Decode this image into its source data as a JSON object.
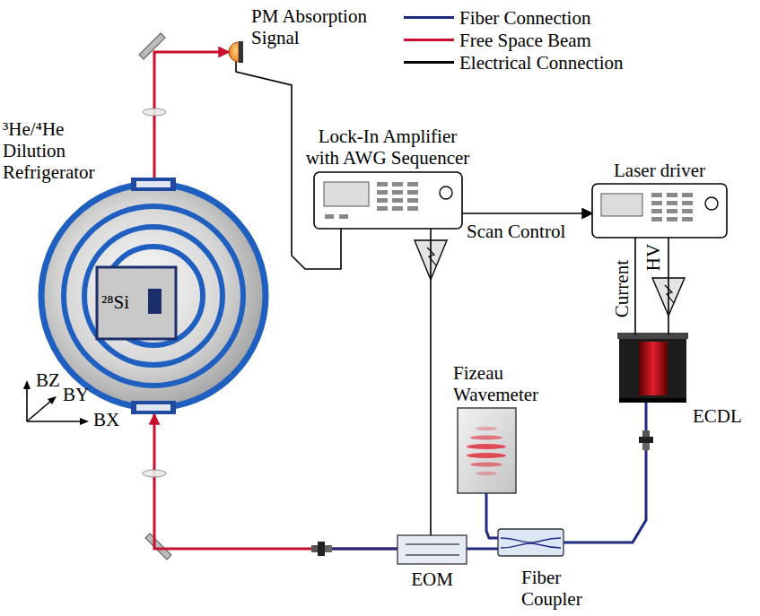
{
  "diagram": {
    "nodes": [
      {
        "text": [
          "PM Absorption Signal"
        ]
      },
      {
        "text": [
          "Lock-In Amplifier with AWG Sequencer"
        ]
      },
      {
        "text": [
          "Laser driver"
        ]
      },
      {
        "text": [
          "³He/⁴He Dilution Refrigerator"
        ]
      },
      {
        "text": [
          "²⁸Si"
        ],
        "in": 3
      },
      {
        "text": [
          "ECDL"
        ]
      },
      {
        "text": [
          "Fizeau Wavemeter"
        ]
      },
      {
        "text": [
          "Fiber Coupler"
        ]
      },
      {
        "text": [
          "EOM"
        ]
      }
    ],
    "edges": [
      {
        "from": 0,
        "to": 1,
        "arrow": "none"
      },
      {
        "from": 1,
        "to": 2,
        "label": "Scan Control",
        "arrow": "to"
      },
      {
        "from": 1,
        "to": 8,
        "arrow": "none"
      },
      {
        "from": 2,
        "to": 5,
        "label": "Current",
        "arrow": "none"
      },
      {
        "from": 2,
        "to": 5,
        "label": "HV",
        "arrow": "none"
      },
      {
        "from": 5,
        "to": 7,
        "arrow": "none"
      },
      {
        "from": 7,
        "to": 6,
        "arrow": "none"
      },
      {
        "from": 7,
        "to": 8,
        "arrow": "none"
      },
      {
        "from": 8,
        "to": 3,
        "arrow": "to"
      },
      {
        "from": 3,
        "to": 0,
        "arrow": "to"
      }
    ],
    "labels": [
      "BZ",
      "BY",
      "BX"
    ],
    "legend": [
      {
        "text": "Fiber Connection",
        "color": "#1f2a80"
      },
      {
        "text": "Free Space Beam",
        "color": "#c8102e"
      },
      {
        "text": "Electrical Connection",
        "color": "#000000"
      }
    ]
  }
}
